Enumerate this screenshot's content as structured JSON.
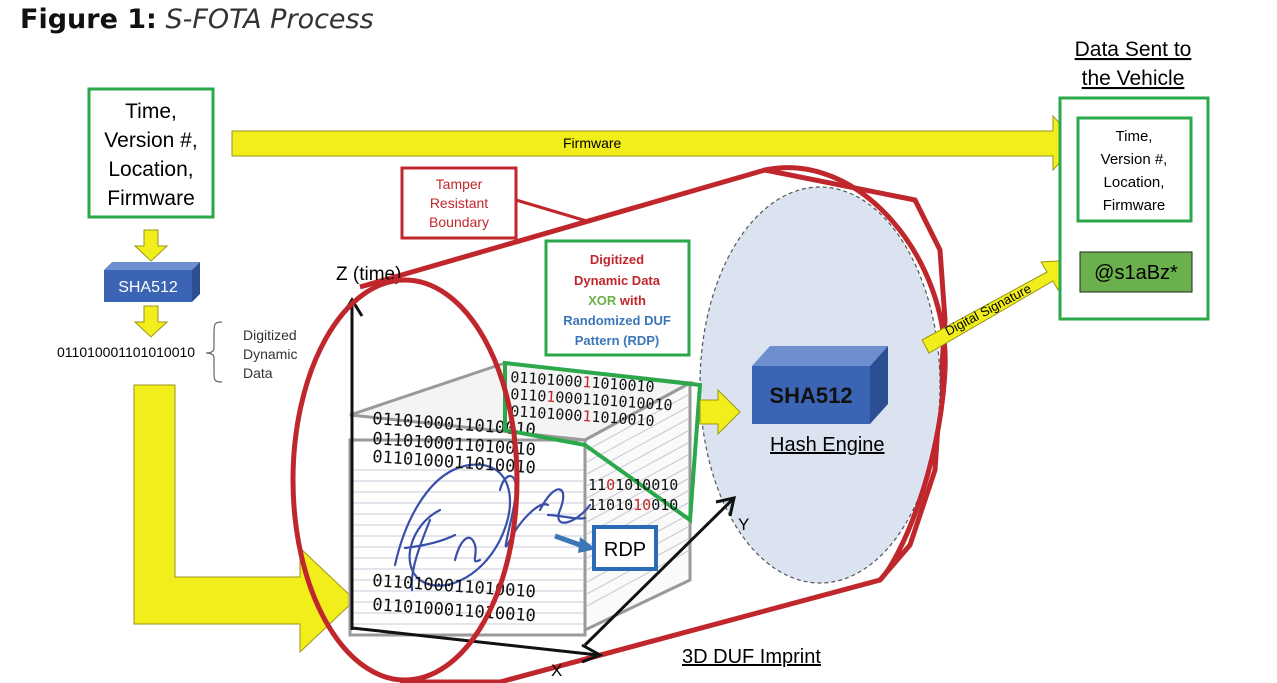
{
  "figure": {
    "label": "Figure 1:",
    "caption": "S-FOTA Process"
  },
  "input_box": {
    "lines": [
      "Time,",
      "Version #,",
      "Location,",
      "Firmware"
    ]
  },
  "sha_small": {
    "label": "SHA512"
  },
  "binary_string": "011010001101010010",
  "digitized_dynamic_data": {
    "lines": [
      "Digitized",
      "Dynamic",
      "Data"
    ]
  },
  "firmware_arrow": {
    "label": "Firmware"
  },
  "tamper_boundary": {
    "lines": [
      "Tamper",
      "Resistant",
      "Boundary"
    ]
  },
  "z_axis": {
    "label": "Z (time)"
  },
  "x_axis": {
    "label": "X"
  },
  "y_axis": {
    "label": "Y"
  },
  "xor_box": {
    "line1": "Digitized",
    "line2": "Dynamic Data",
    "line3_xor": "XOR",
    "line3_rest": " with",
    "line4": "Randomized DUF",
    "line5": "Pattern (RDP)"
  },
  "cube_front_rows": [
    "0110100011010010",
    "0110100011010010",
    "0110100011010010"
  ],
  "cube_front_bottom_rows": [
    "0110100011010010",
    "0110100011010010"
  ],
  "cube_top_rows": [
    [
      "01101000",
      "1",
      "1010010"
    ],
    [
      "0110",
      "1",
      "0001101010010"
    ],
    [
      "01101000",
      "1",
      "1010010"
    ]
  ],
  "cube_side_rows": [
    [
      "11",
      "0",
      "1010010"
    ],
    [
      "11010",
      "10",
      "010"
    ]
  ],
  "rdp_box": {
    "label": "RDP"
  },
  "hash_block": {
    "label": "SHA512"
  },
  "hash_engine": {
    "label": "Hash Engine"
  },
  "imprint": {
    "label": "3D DUF Imprint"
  },
  "signature_arrow": {
    "label": "Digital Signature"
  },
  "output": {
    "header_lines": [
      "Data Sent to",
      "the Vehicle"
    ],
    "box_lines": [
      "Time,",
      "Version #,",
      "Location,",
      "Firmware"
    ],
    "signature": "@s1aBz*"
  },
  "colors": {
    "green": "#2aa84a",
    "yellow": "#f2ee1c",
    "red": "#c0272d",
    "blue_block": "#3b65b4",
    "ellipse_fill": "#dbe3f1",
    "sig_fill": "#6ab04c"
  }
}
